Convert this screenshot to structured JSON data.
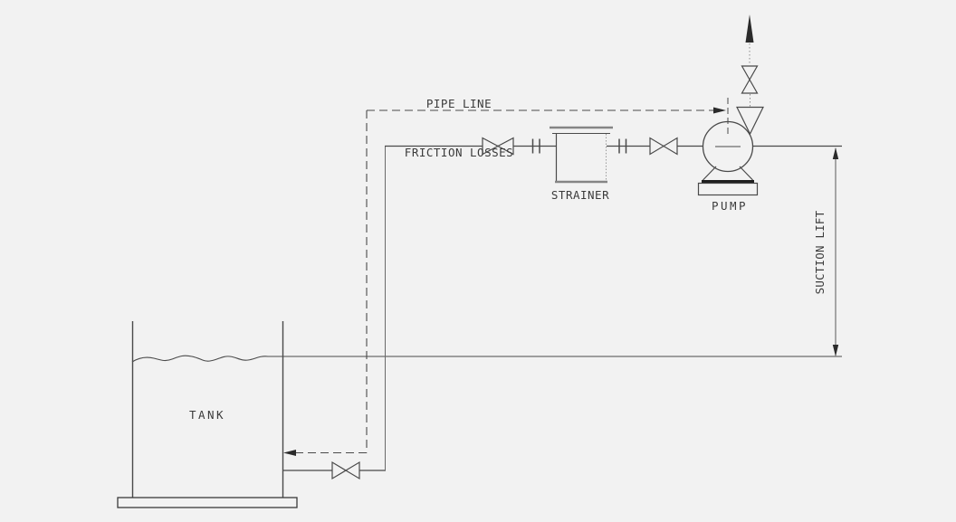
{
  "note": {
    "line1": "PIPE LINE",
    "line2": "FRICTION LOSSES"
  },
  "labels": {
    "tank": "TANK",
    "strainer": "STRAINER",
    "pump": "PUMP",
    "suction_lift": "SUCTION LIFT"
  },
  "colors": {
    "background": "#f2f2f2",
    "line": "#4a4a4a",
    "thick_gray": "#858585",
    "base_bar_dark": "#1f1f1f",
    "arrow_fill": "#2b2b2b",
    "text": "#3b3b3b"
  },
  "icons": {
    "valve": "bowtie-icon",
    "flange": "double-tick-icon",
    "flow_arrow": "up-arrow-icon",
    "pump": "pump-circle-icon",
    "strainer": "strainer-box-icon",
    "dimension_arrows": "vertical-dimension-icon"
  }
}
